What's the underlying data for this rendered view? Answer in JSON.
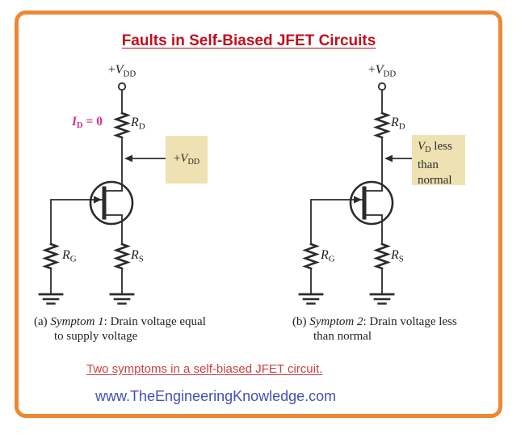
{
  "frame": {
    "border_color": "#ED8733",
    "background": "#FFFFFF"
  },
  "title": {
    "text": "Faults in Self-Biased JFET Circuits",
    "color": "#C00F1E"
  },
  "circuit_a": {
    "supply_label": {
      "pre": "+",
      "base": "V",
      "sub": "DD"
    },
    "current_label": {
      "base": "I",
      "sub": "D",
      "rest": " = 0",
      "color": "#D62E8C"
    },
    "resistor_drain": {
      "base": "R",
      "sub": "D"
    },
    "resistor_gate": {
      "base": "R",
      "sub": "G"
    },
    "resistor_source": {
      "base": "R",
      "sub": "S"
    },
    "callout": {
      "pre": "+",
      "base": "V",
      "sub": "DD"
    },
    "caption_line1": {
      "index": "(a) ",
      "symptom": "Symptom 1",
      "rest": ": Drain voltage equal"
    },
    "caption_line2": "to supply voltage"
  },
  "circuit_b": {
    "supply_label": {
      "pre": "+",
      "base": "V",
      "sub": "DD"
    },
    "resistor_drain": {
      "base": "R",
      "sub": "D"
    },
    "resistor_gate": {
      "base": "R",
      "sub": "G"
    },
    "resistor_source": {
      "base": "R",
      "sub": "S"
    },
    "callout": {
      "base": "V",
      "sub": "D",
      "rest1": " less",
      "line2": "than",
      "line3": "normal"
    },
    "caption_line1": {
      "index": "(b) ",
      "symptom": "Symptom 2",
      "rest": ": Drain voltage less"
    },
    "caption_line2": "than normal"
  },
  "footer": {
    "summary": "Two symptoms in a self-biased JFET circuit.",
    "website": "www.TheEngineeringKnowledge.com"
  },
  "colors": {
    "callout_bg": "#EFE2B2",
    "summary_text": "#CD4040",
    "website_text": "#4350B5",
    "wire": "#2B2B2B"
  }
}
